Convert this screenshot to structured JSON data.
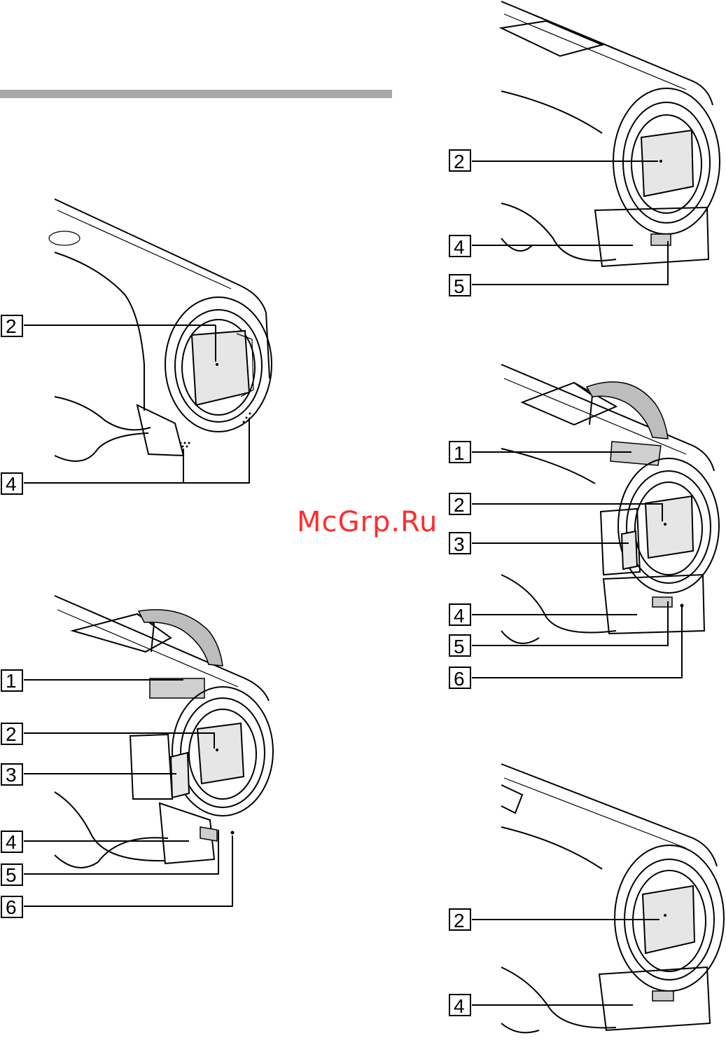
{
  "watermark": "McGrp.Ru",
  "figures": [
    {
      "id": "fig-a",
      "callouts": [
        "2",
        "4"
      ]
    },
    {
      "id": "fig-b",
      "callouts": [
        "1",
        "2",
        "3",
        "4",
        "5",
        "6"
      ]
    },
    {
      "id": "fig-c",
      "callouts": [
        "2",
        "4",
        "5"
      ]
    },
    {
      "id": "fig-d",
      "callouts": [
        "1",
        "2",
        "3",
        "4",
        "5",
        "6"
      ]
    },
    {
      "id": "fig-e",
      "callouts": [
        "2",
        "4"
      ]
    }
  ],
  "icons": [
    "camcorder-front-illustration",
    "lens-cover-open-arrow"
  ]
}
